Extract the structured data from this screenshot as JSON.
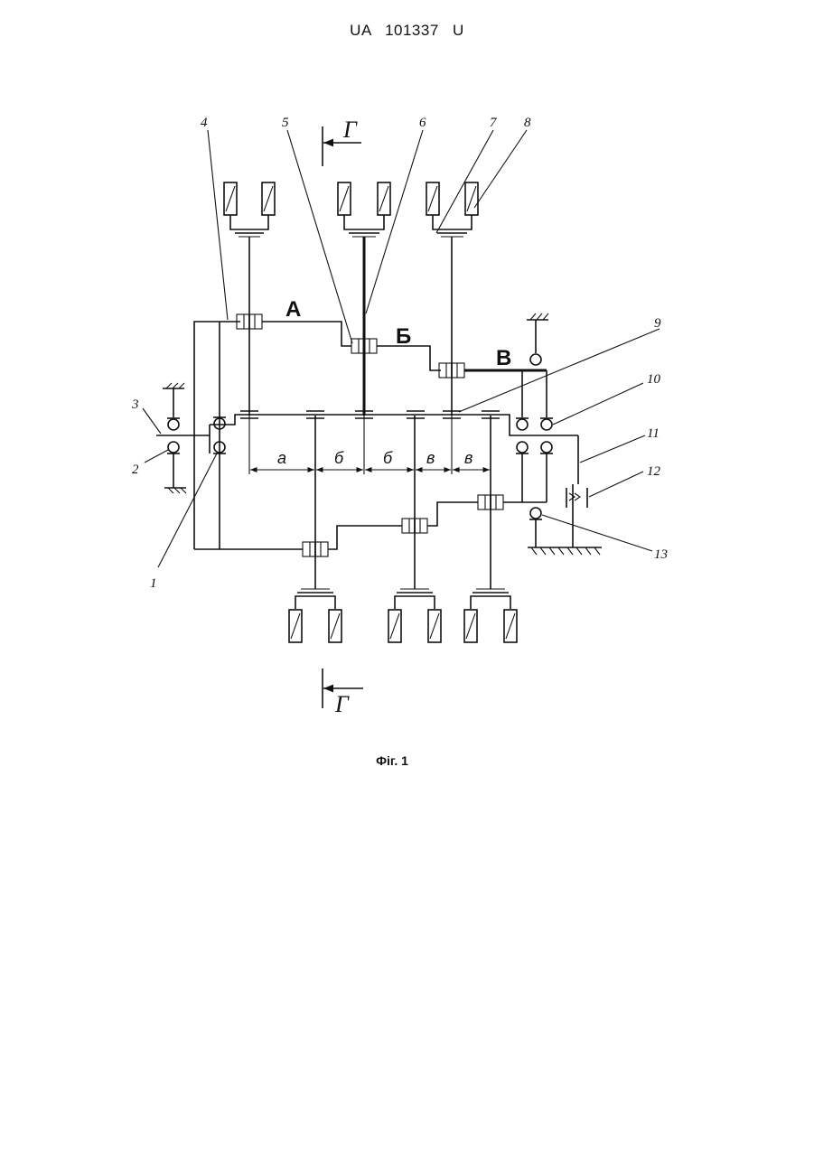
{
  "document": {
    "header": "UA 101337 U",
    "caption": "Фіг. 1"
  },
  "figure": {
    "part_numbers": [
      "1",
      "2",
      "3",
      "4",
      "5",
      "6",
      "7",
      "8",
      "9",
      "10",
      "11",
      "12",
      "13"
    ],
    "group_labels": {
      "a_upper": "А",
      "b_upper": "Б",
      "v_upper": "В"
    },
    "dimension_labels": [
      "а",
      "б",
      "б",
      "в",
      "в"
    ],
    "section_labels": {
      "top": "Г",
      "bottom": "Г"
    }
  }
}
